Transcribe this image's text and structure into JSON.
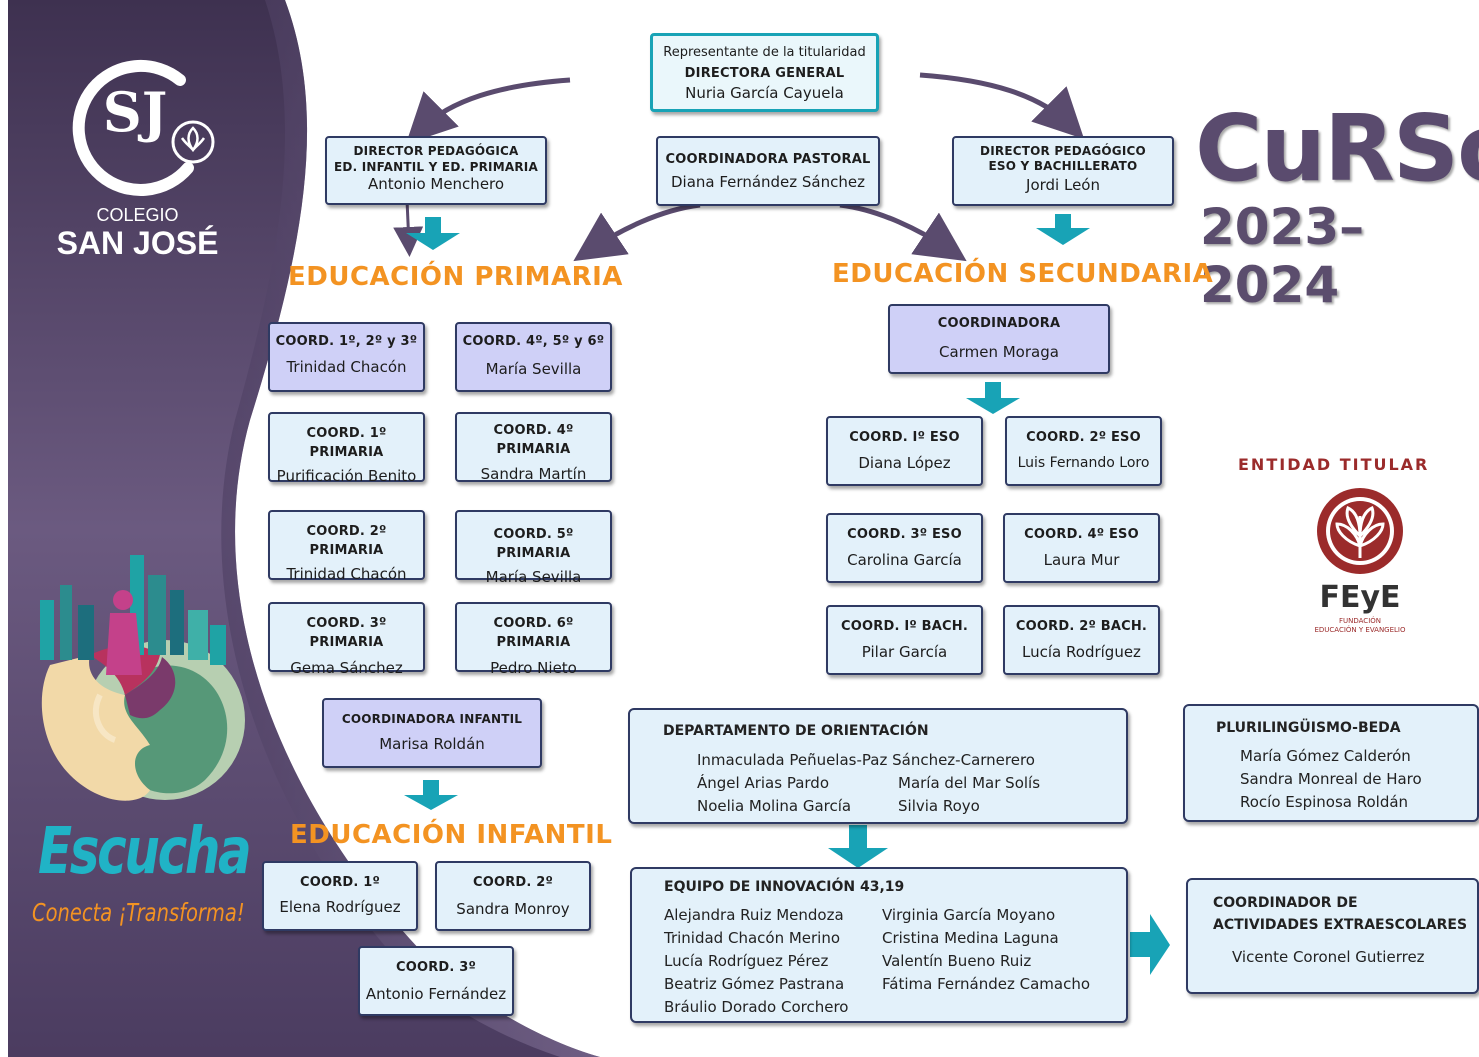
{
  "header": {
    "titular": {
      "role": "Representante de la titularidad",
      "title": "DIRECTORA GENERAL",
      "name": "Nuria García Cayuela"
    },
    "dir_primaria": {
      "title1": "DIRECTOR PEDAGÓGICA",
      "title2": "ED. INFANTIL Y ED. PRIMARIA",
      "name": "Antonio Menchero"
    },
    "pastoral": {
      "title": "COORDINADORA PASTORAL",
      "name": "Diana Fernández Sánchez"
    },
    "dir_secundaria": {
      "title1": "DIRECTOR PEDAGÓGICO",
      "title2": "ESO Y BACHILLERATO",
      "name": "Jordi León"
    }
  },
  "branding": {
    "school_line1": "COLEGIO",
    "school_line2": "SAN JOSÉ",
    "logo_letters": "SJ",
    "curso_word": "CuRSo",
    "curso_years": "2023–2024",
    "slogan_main": "Escucha",
    "slogan_sub": "Conecta ¡Transforma!",
    "entidad_label": "ENTIDAD TITULAR",
    "feye_name": "FEyE",
    "feye_sub1": "FUNDACIÓN",
    "feye_sub2": "EDUCACIÓN Y EVANGELIO"
  },
  "sections": {
    "primaria": "EDUCACIÓN PRIMARIA",
    "secundaria": "EDUCACIÓN SECUNDARIA",
    "infantil": "EDUCACIÓN INFANTIL"
  },
  "primaria": {
    "c123": {
      "title": "COORD. 1º, 2º y 3º",
      "name": "Trinidad Chacón"
    },
    "c456": {
      "title": "COORD. 4º, 5º y 6º",
      "name": "María Sevilla"
    },
    "p1": {
      "title": "COORD. 1º PRIMARIA",
      "name": "Purificación Benito"
    },
    "p4": {
      "title": "COORD. 4º PRIMARIA",
      "name": "Sandra Martín"
    },
    "p2": {
      "title": "COORD. 2º PRIMARIA",
      "name": "Trinidad Chacón"
    },
    "p5": {
      "title": "COORD. 5º PRIMARIA",
      "name": "María Sevilla"
    },
    "p3": {
      "title": "COORD. 3º PRIMARIA",
      "name": "Gema Sánchez"
    },
    "p6": {
      "title": "COORD. 6º PRIMARIA",
      "name": "Pedro Nieto"
    }
  },
  "infantil": {
    "coord": {
      "title": "COORDINADORA INFANTIL",
      "name": "Marisa Roldán"
    },
    "i1": {
      "title": "COORD. 1º",
      "name": "Elena Rodríguez"
    },
    "i2": {
      "title": "COORD. 2º",
      "name": "Sandra Monroy"
    },
    "i3": {
      "title": "COORD. 3º",
      "name": "Antonio Fernández"
    }
  },
  "secundaria": {
    "coord": {
      "title": "COORDINADORA",
      "name": "Carmen Moraga"
    },
    "e1": {
      "title": "COORD. Iº ESO",
      "name": "Diana López"
    },
    "e2": {
      "title": "COORD. 2º ESO",
      "name": "Luis Fernando Loro"
    },
    "e3": {
      "title": "COORD. 3º ESO",
      "name": "Carolina García"
    },
    "e4": {
      "title": "COORD. 4º ESO",
      "name": "Laura Mur"
    },
    "b1": {
      "title": "COORD. Iº BACH.",
      "name": "Pilar García"
    },
    "b2": {
      "title": "COORD. 2º BACH.",
      "name": "Lucía Rodríguez"
    }
  },
  "orientacion": {
    "title": "DEPARTAMENTO DE ORIENTACIÓN",
    "line1": "Inmaculada Peñuelas-Paz Sánchez-Carnerero",
    "col1": [
      "Ángel Arias Pardo",
      "Noelia Molina García"
    ],
    "col2": [
      "María del Mar Solís",
      "Silvia Royo"
    ]
  },
  "plurilinguismo": {
    "title": "PLURILINGÜISMO-BEDA",
    "members": [
      "María Gómez Calderón",
      "Sandra Monreal de Haro",
      "Rocío Espinosa Roldán"
    ]
  },
  "innovacion": {
    "title": "EQUIPO DE INNOVACIÓN 43,19",
    "col1": [
      "Alejandra Ruiz Mendoza",
      "Trinidad Chacón Merino",
      "Lucía Rodríguez Pérez",
      "Beatriz Gómez Pastrana",
      "Bráulio Dorado Corchero"
    ],
    "col2": [
      "Virginia García Moyano",
      "Cristina Medina Laguna",
      "Valentín Bueno Ruiz",
      "Fátima Fernández Camacho"
    ]
  },
  "extraescolares": {
    "title1": "COORDINADOR DE",
    "title2": "ACTIVIDADES EXTRAESCOLARES",
    "name": "Vicente Coronel Gutierrez"
  },
  "colors": {
    "section_orange": "#f39322",
    "arrow_teal": "#18a3b6",
    "panel_purple": "#4a3b63",
    "box_border": "#2f3a63"
  }
}
